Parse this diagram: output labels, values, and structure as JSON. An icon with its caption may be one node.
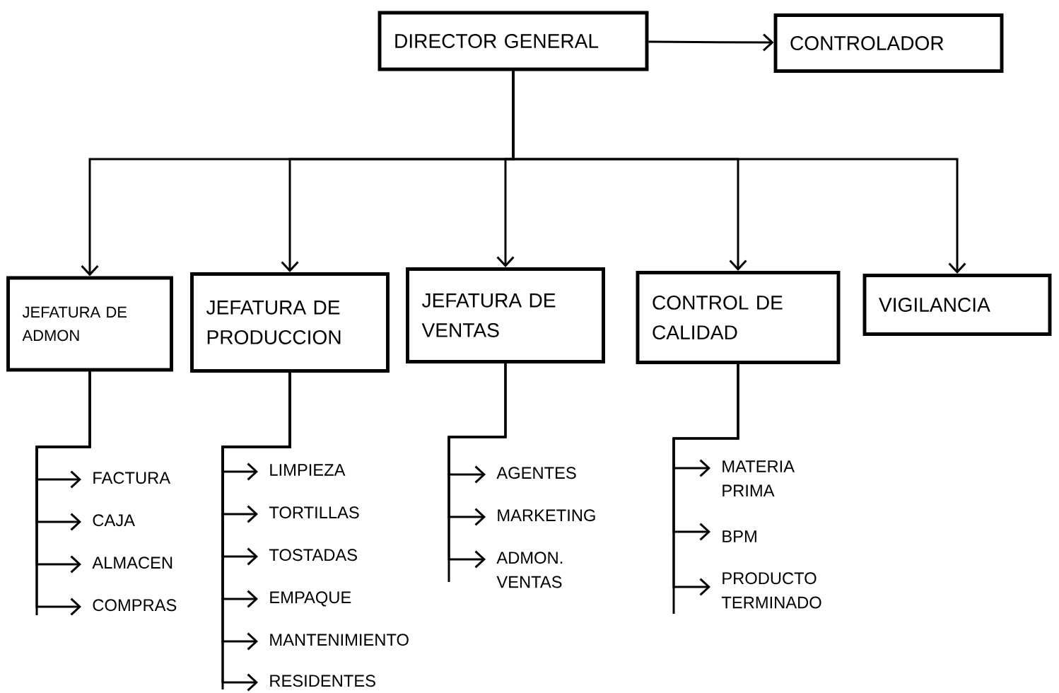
{
  "diagram": {
    "nodes": [
      {
        "text": [
          "DIRECTOR GENERAL"
        ]
      },
      {
        "text": [
          "CONTROLADOR"
        ]
      },
      {
        "text": [
          "JEFATURA DE ADMON"
        ]
      },
      {
        "text": [
          "JEFATURA DE PRODUCCION"
        ]
      },
      {
        "text": [
          "JEFATURA DE VENTAS"
        ]
      },
      {
        "text": [
          "CONTROL DE CALIDAD"
        ]
      },
      {
        "text": [
          "VIGILANCIA"
        ]
      },
      {
        "text": [
          "FACTURA"
        ]
      },
      {
        "text": [
          "CAJA"
        ]
      },
      {
        "text": [
          "ALMACEN"
        ]
      },
      {
        "text": [
          "COMPRAS"
        ]
      },
      {
        "text": [
          "LIMPIEZA"
        ]
      },
      {
        "text": [
          "TORTILLAS"
        ]
      },
      {
        "text": [
          "TOSTADAS"
        ]
      },
      {
        "text": [
          "EMPAQUE"
        ]
      },
      {
        "text": [
          "MANTENIMIENTO"
        ]
      },
      {
        "text": [
          "RESIDENTES"
        ]
      },
      {
        "text": [
          "AGENTES"
        ]
      },
      {
        "text": [
          "MARKETING"
        ]
      },
      {
        "text": [
          "ADMON. VENTAS"
        ]
      },
      {
        "text": [
          "MATERIA PRIMA"
        ]
      },
      {
        "text": [
          "BPM"
        ]
      },
      {
        "text": [
          "PRODUCTO TERMINADO"
        ]
      }
    ],
    "edges": [
      {
        "from": 0,
        "to": 1,
        "arrow": "to"
      },
      {
        "from": 0,
        "to": 2,
        "arrow": "to"
      },
      {
        "from": 0,
        "to": 3,
        "arrow": "to"
      },
      {
        "from": 0,
        "to": 4,
        "arrow": "to"
      },
      {
        "from": 0,
        "to": 5,
        "arrow": "to"
      },
      {
        "from": 0,
        "to": 6,
        "arrow": "to"
      },
      {
        "from": 2,
        "to": 7,
        "arrow": "to"
      },
      {
        "from": 2,
        "to": 8,
        "arrow": "to"
      },
      {
        "from": 2,
        "to": 9,
        "arrow": "to"
      },
      {
        "from": 2,
        "to": 10,
        "arrow": "to"
      },
      {
        "from": 3,
        "to": 11,
        "arrow": "to"
      },
      {
        "from": 3,
        "to": 12,
        "arrow": "to"
      },
      {
        "from": 3,
        "to": 13,
        "arrow": "to"
      },
      {
        "from": 3,
        "to": 14,
        "arrow": "to"
      },
      {
        "from": 3,
        "to": 15,
        "arrow": "to"
      },
      {
        "from": 3,
        "to": 16,
        "arrow": "to"
      },
      {
        "from": 4,
        "to": 17,
        "arrow": "to"
      },
      {
        "from": 4,
        "to": 18,
        "arrow": "to"
      },
      {
        "from": 4,
        "to": 19,
        "arrow": "to"
      },
      {
        "from": 5,
        "to": 20,
        "arrow": "to"
      },
      {
        "from": 5,
        "to": 21,
        "arrow": "to"
      },
      {
        "from": 5,
        "to": 22,
        "arrow": "to"
      }
    ]
  }
}
